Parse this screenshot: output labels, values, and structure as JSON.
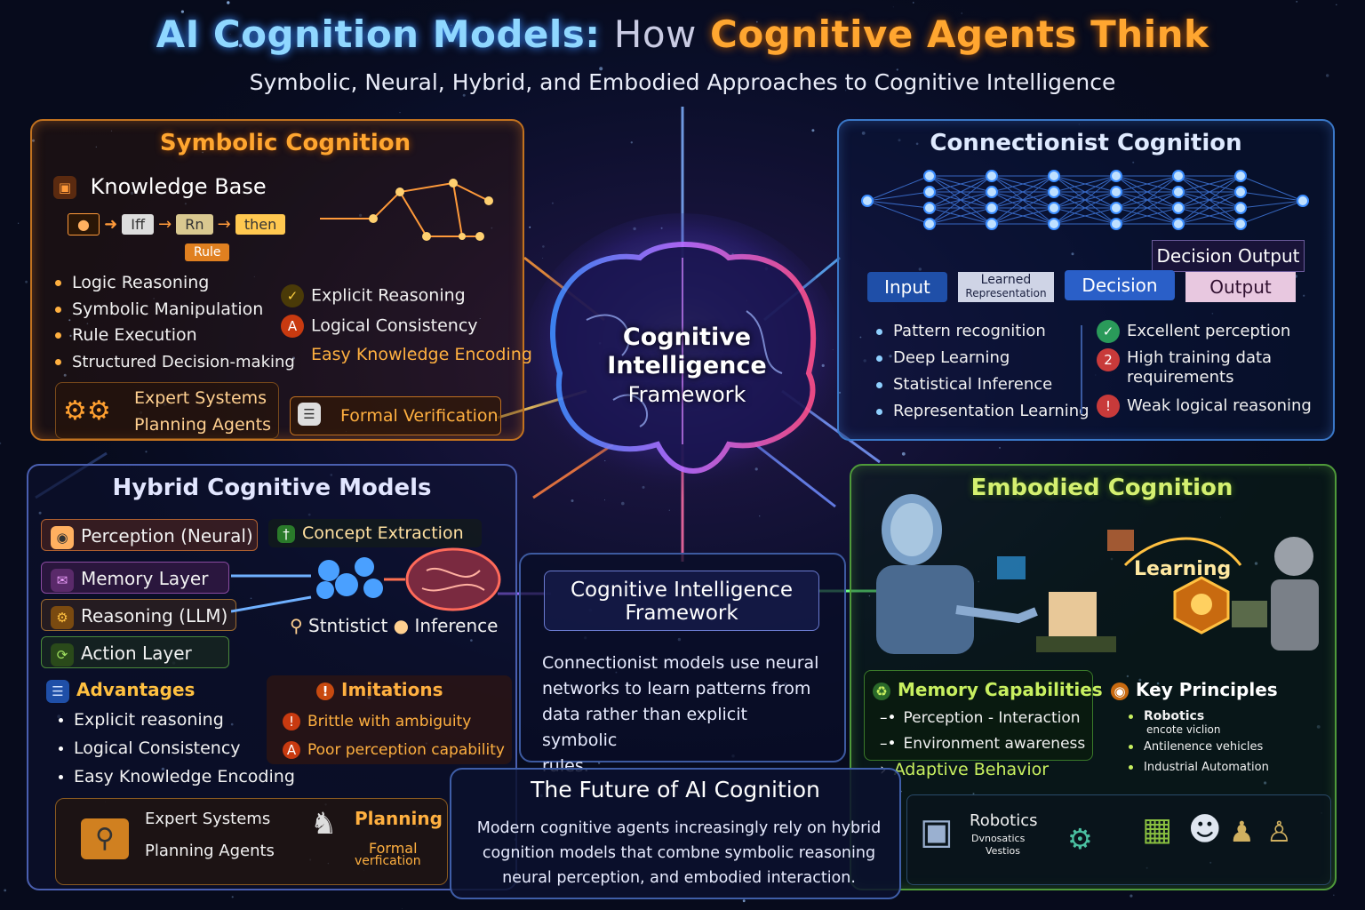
{
  "title": {
    "part1": "AI Cognition Models:",
    "part2": "How",
    "part3": "Cognitive Agents Think"
  },
  "subtitle": "Symbolic, Neural, Hybrid, and Embodied Approaches to Cognitive Intelligence",
  "colors": {
    "symbolic": "#ffa630",
    "connectionist": "#8fd0ff",
    "hybrid": "#9fb4ff",
    "embodied": "#c8e86a",
    "background": "#070b1c"
  },
  "symbolic": {
    "title": "Symbolic Cognition",
    "kb_label": "Knowledge Base",
    "chips": [
      "Iff",
      "Rn",
      "then"
    ],
    "rule_chip": "Rule",
    "items": [
      "Logic Reasoning",
      "Symbolic Manipulation",
      "Rule Execution",
      "Structured Decision-making"
    ],
    "right_items": [
      "Explicit Reasoning",
      "Logical Consistency",
      "Easy Knowledge Encoding"
    ],
    "apps": [
      "Expert Systems",
      "Planning Agents"
    ],
    "formal": "Formal Verification"
  },
  "brain": {
    "line1": "Cognitive",
    "line2": "Intelligence",
    "line3": "Framework"
  },
  "connectionist": {
    "title": "Connectionist Cognition",
    "decision_output": "Decision Output",
    "flow": [
      "Input",
      "Learned",
      "Representation",
      "Decision",
      "Output"
    ],
    "items": [
      "Pattern recognition",
      "Deep Learning",
      "Statistical Inference",
      "Representation Learning"
    ],
    "pros_cons": [
      "Excellent perception",
      "High training data",
      "requirements",
      "Weak logical reasoning"
    ]
  },
  "hybrid": {
    "title": "Hybrid Cognitive Models",
    "layers": [
      "Perception (Neural)",
      "Memory Layer",
      "Reasoning (LLM)",
      "Action Layer"
    ],
    "concept": "Concept Extraction",
    "statistic": "Stntistict",
    "inference": "Inference",
    "advantages_title": "Advantages",
    "advantages": [
      "Explicit reasoning",
      "Logical Consistency",
      "Easy Knowledge Encoding"
    ],
    "limitations_title": "Imitations",
    "limitations": [
      "Brittle with ambiguity",
      "Poor perception capability"
    ],
    "apps": [
      "Expert Systems",
      "Planning Agents"
    ],
    "planning": "Planning",
    "formal": "Formal",
    "verification": "verfication"
  },
  "center": {
    "title1": "Cognitive Intelligence",
    "title2": "Framework",
    "body": [
      "Connectionist models use neural",
      "networks to learn patterns from",
      "data rather than explicit symbolic",
      "rules."
    ]
  },
  "embodied": {
    "title": "Embodied Cognition",
    "learning": "Learning",
    "memory_title": "Memory Capabilities",
    "memory_items": [
      "Perception - Interaction",
      "Environment awareness",
      "Adaptive Behavior"
    ],
    "principles_title": "Key Principles",
    "principles": [
      "Robotics",
      "encote viclion",
      "Antilenence vehicles",
      "Industrial Automation"
    ],
    "robotics": "Robotics",
    "robotics_sub1": "Dvnosatics",
    "robotics_sub2": "Vestios"
  },
  "future": {
    "title": "The Future of AI Cognition",
    "body": [
      "Modern cognitive agents increasingly rely on hybrid",
      "cognition models that combne symbolic reasoning",
      "neural perception, and embodied interaction."
    ]
  }
}
